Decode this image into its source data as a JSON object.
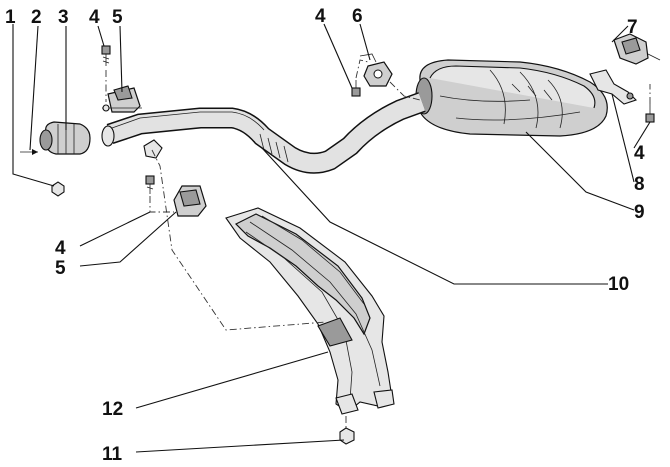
{
  "callouts": [
    {
      "id": "c1",
      "text": "1"
    },
    {
      "id": "c2",
      "text": "2"
    },
    {
      "id": "c3",
      "text": "3"
    },
    {
      "id": "c4a",
      "text": "4"
    },
    {
      "id": "c5a",
      "text": "5"
    },
    {
      "id": "c4b",
      "text": "4"
    },
    {
      "id": "c6",
      "text": "6"
    },
    {
      "id": "c7",
      "text": "7"
    },
    {
      "id": "c4c",
      "text": "4"
    },
    {
      "id": "c8",
      "text": "8"
    },
    {
      "id": "c9",
      "text": "9"
    },
    {
      "id": "c4d",
      "text": "4"
    },
    {
      "id": "c5b",
      "text": "5"
    },
    {
      "id": "c10",
      "text": "10"
    },
    {
      "id": "c12",
      "text": "12"
    },
    {
      "id": "c11",
      "text": "11"
    }
  ],
  "colors": {
    "line": "#111111",
    "metal": "#cfcfcf",
    "metal_light": "#e6e6e6",
    "metal_dark": "#9a9a9a"
  }
}
